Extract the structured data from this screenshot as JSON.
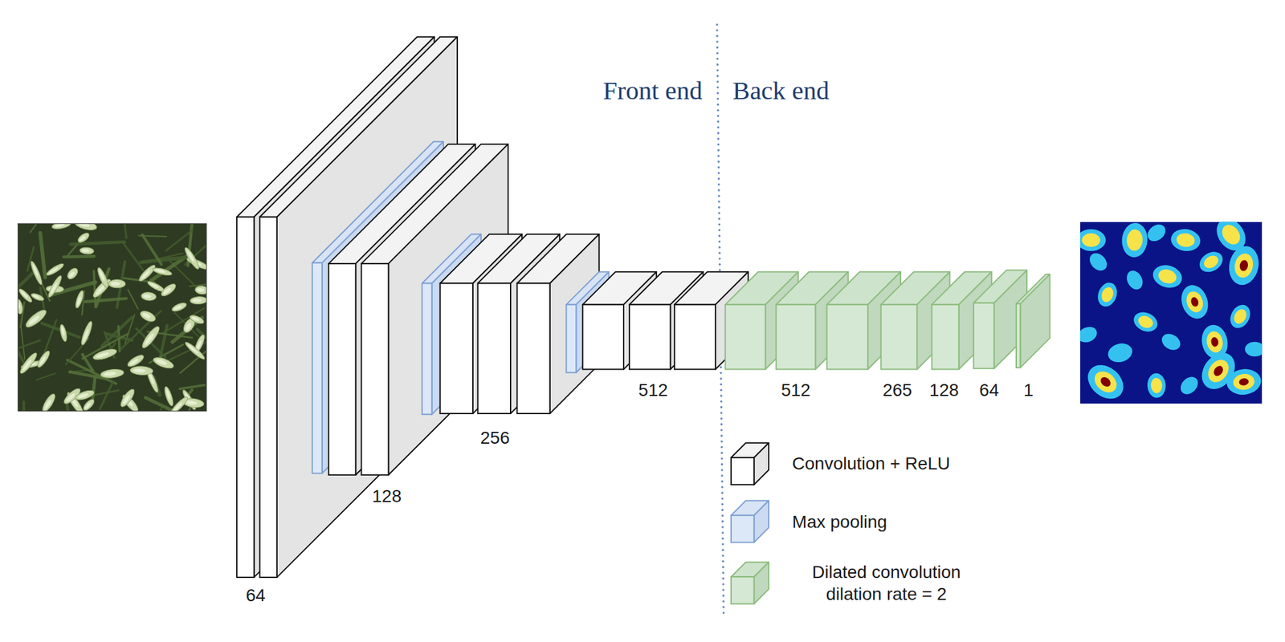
{
  "diagram": {
    "labels": [
      "Front end",
      "Back end",
      "64",
      "128",
      "256",
      "512",
      "512",
      "265",
      "128",
      "64",
      "1"
    ],
    "legend": [
      {
        "text": "Convolution + ReLU"
      },
      {
        "text": "Max pooling"
      },
      {
        "text": "Dilated convolution dilation rate = 2"
      }
    ]
  }
}
